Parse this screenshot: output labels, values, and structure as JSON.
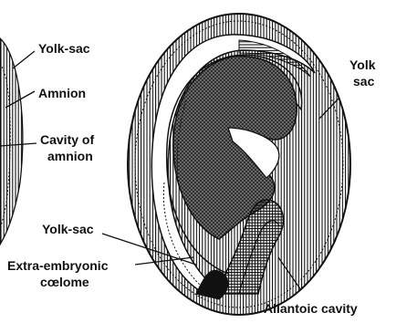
{
  "labels": {
    "yolk_sac_top_left": "Yolk-sac",
    "amnion": "Amnion",
    "cavity_of_amnion_line1": "Cavity of",
    "cavity_of_amnion_line2": "amnion",
    "yolk_sac_lower_left": "Yolk-sac",
    "extra_embryonic_line1": "Extra-embryonic",
    "extra_embryonic_line2": "cœlome",
    "yolk_sac_right_line1": "Yolk",
    "yolk_sac_right_line2": "sac",
    "allantoic_cavity": "Allantoic cavity"
  },
  "colors": {
    "ink": "#111111",
    "paper": "#ffffff"
  }
}
